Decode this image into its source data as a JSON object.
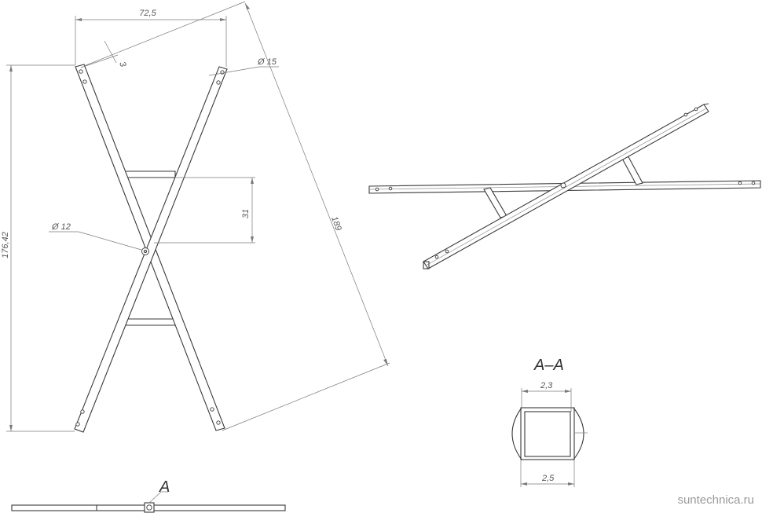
{
  "dimensions": {
    "top_width": "72,5",
    "tube_gap": "3",
    "end_hole": "Ø 15",
    "center_hole": "Ø 12",
    "crossbar_spacing": "31",
    "overall_height": "176,42",
    "diagonal_length": "189",
    "section_inner": "2,3",
    "section_outer": "2,5"
  },
  "labels": {
    "section_title": "A–A",
    "section_marker": "A"
  },
  "watermark": "suntechnica.ru",
  "colors": {
    "line": "#3a3a3a",
    "dimension": "#7a7a7a",
    "watermark": "#9a9a9a"
  }
}
